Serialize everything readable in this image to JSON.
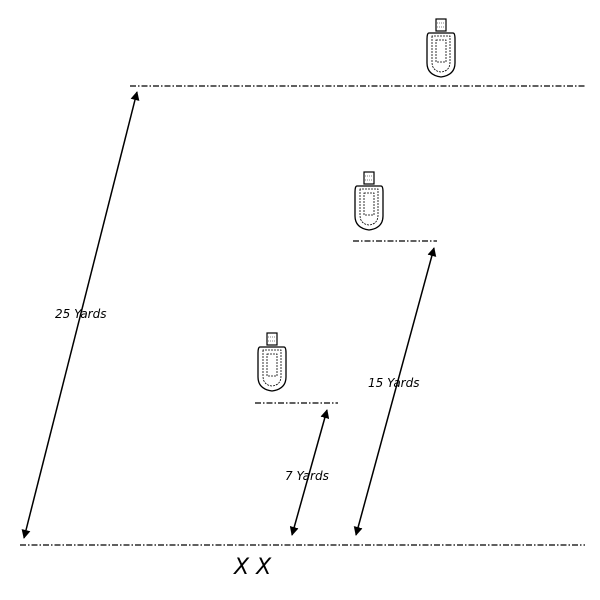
{
  "diagram": {
    "distances": {
      "far": "25 Yards",
      "mid": "15 Yards",
      "near": "7 Yards"
    },
    "shooter_mark": "X X",
    "targets": [
      {
        "name": "target-25-yards",
        "icon": "silhouette-target-icon"
      },
      {
        "name": "target-15-yards",
        "icon": "silhouette-target-icon"
      },
      {
        "name": "target-7-yards",
        "icon": "silhouette-target-icon"
      }
    ],
    "colors": {
      "ink": "#000000",
      "background": "#ffffff"
    }
  }
}
